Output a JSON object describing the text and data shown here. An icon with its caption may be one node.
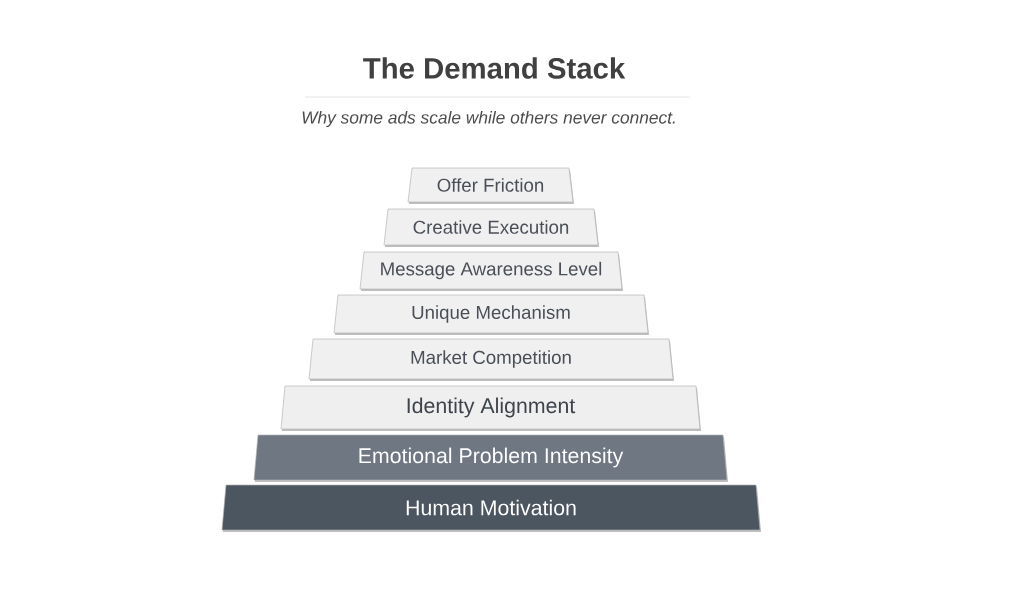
{
  "diagram": {
    "title": "The Demand Stack",
    "nodes": [
      {
        "text": [
          "Offer Friction"
        ]
      },
      {
        "text": [
          "Creative Execution"
        ]
      },
      {
        "text": [
          "Message Awareness Level"
        ]
      },
      {
        "text": [
          "Unique Mechanism"
        ]
      },
      {
        "text": [
          "Market Competition"
        ]
      },
      {
        "text": [
          "Identity Alignment"
        ]
      },
      {
        "text": [
          "Emotional Problem Intensity"
        ]
      },
      {
        "text": [
          "Human Motivation"
        ]
      }
    ],
    "labels": [
      "Why some ads scale while others never connect."
    ]
  }
}
